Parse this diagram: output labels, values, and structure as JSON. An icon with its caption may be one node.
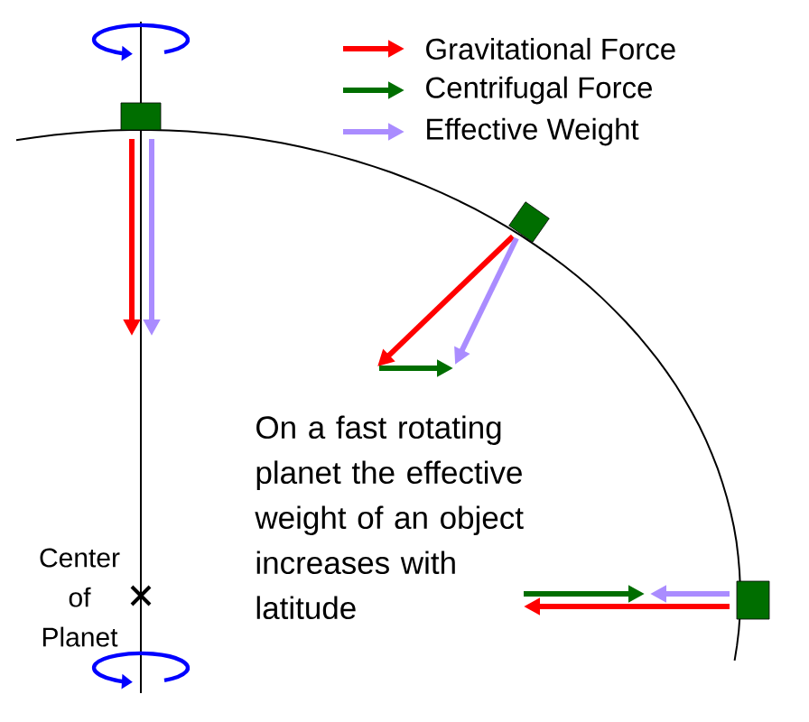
{
  "diagram": {
    "labels": [
      "Center of Planet",
      "On a fast rotating planet the effective weight of an object increases with latitude"
    ],
    "legend": [
      {
        "text": "Gravitational Force"
      },
      {
        "text": "Centrifugal Force"
      },
      {
        "text": "Effective Weight"
      }
    ]
  }
}
